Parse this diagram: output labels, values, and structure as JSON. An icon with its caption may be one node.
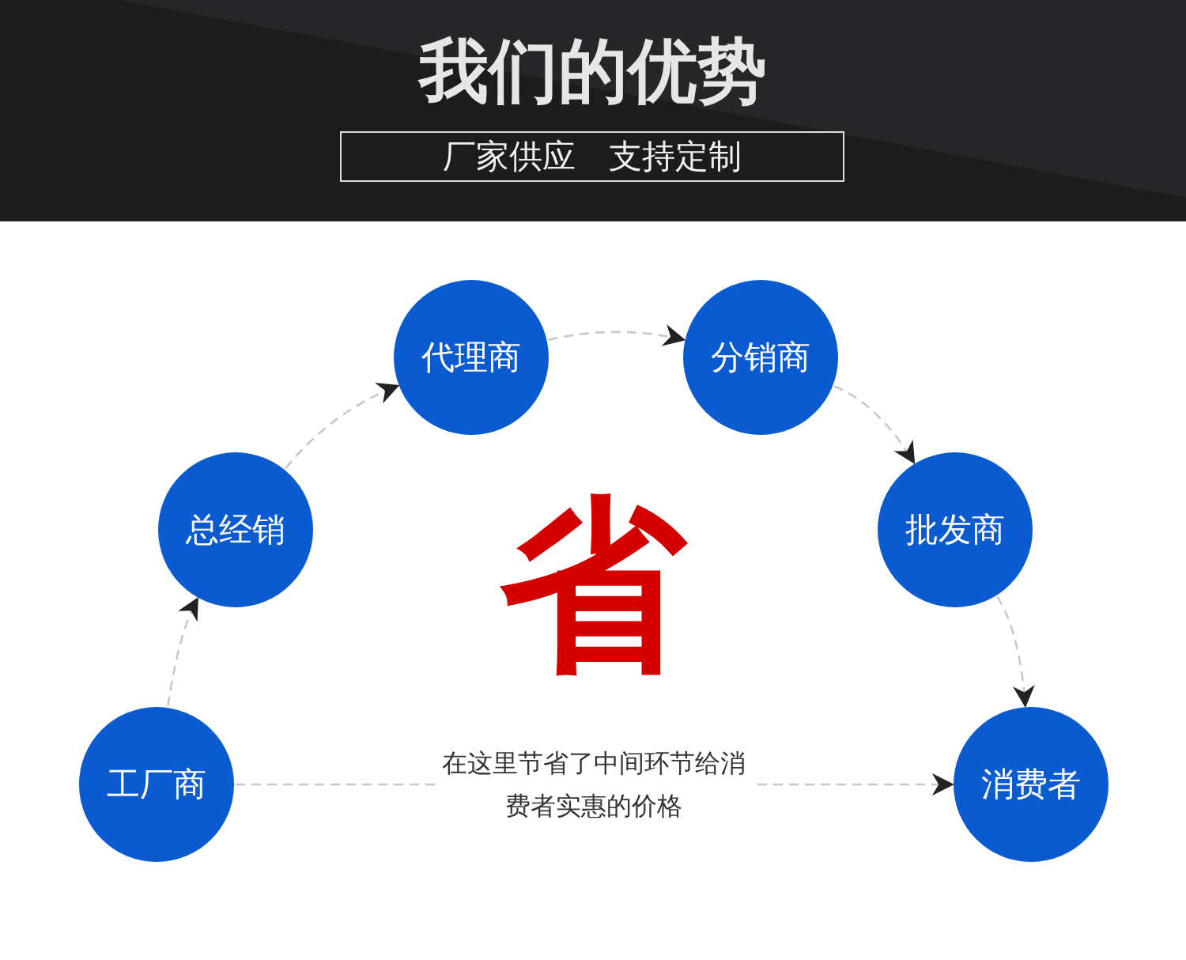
{
  "diagram": {
    "title": "我们的优势",
    "nodes": [
      {
        "text": [
          "工厂商"
        ]
      },
      {
        "text": [
          "总经销"
        ]
      },
      {
        "text": [
          "代理商"
        ]
      },
      {
        "text": [
          "分销商"
        ]
      },
      {
        "text": [
          "批发商"
        ]
      },
      {
        "text": [
          "消费者"
        ]
      }
    ],
    "edges": [
      {
        "from": 0,
        "to": 1,
        "arrow": "to",
        "style": "dashed"
      },
      {
        "from": 1,
        "to": 2,
        "arrow": "to",
        "style": "dashed"
      },
      {
        "from": 2,
        "to": 3,
        "arrow": "to",
        "style": "dashed"
      },
      {
        "from": 3,
        "to": 4,
        "arrow": "to",
        "style": "dashed"
      },
      {
        "from": 4,
        "to": 5,
        "arrow": "to",
        "style": "dashed"
      },
      {
        "from": 0,
        "to": 5,
        "arrow": "to",
        "style": "dashed",
        "label": "在这里节省了中间环节给消费者实惠的价格"
      }
    ],
    "labels": [
      "厂家供应　支持定制",
      "省"
    ]
  }
}
